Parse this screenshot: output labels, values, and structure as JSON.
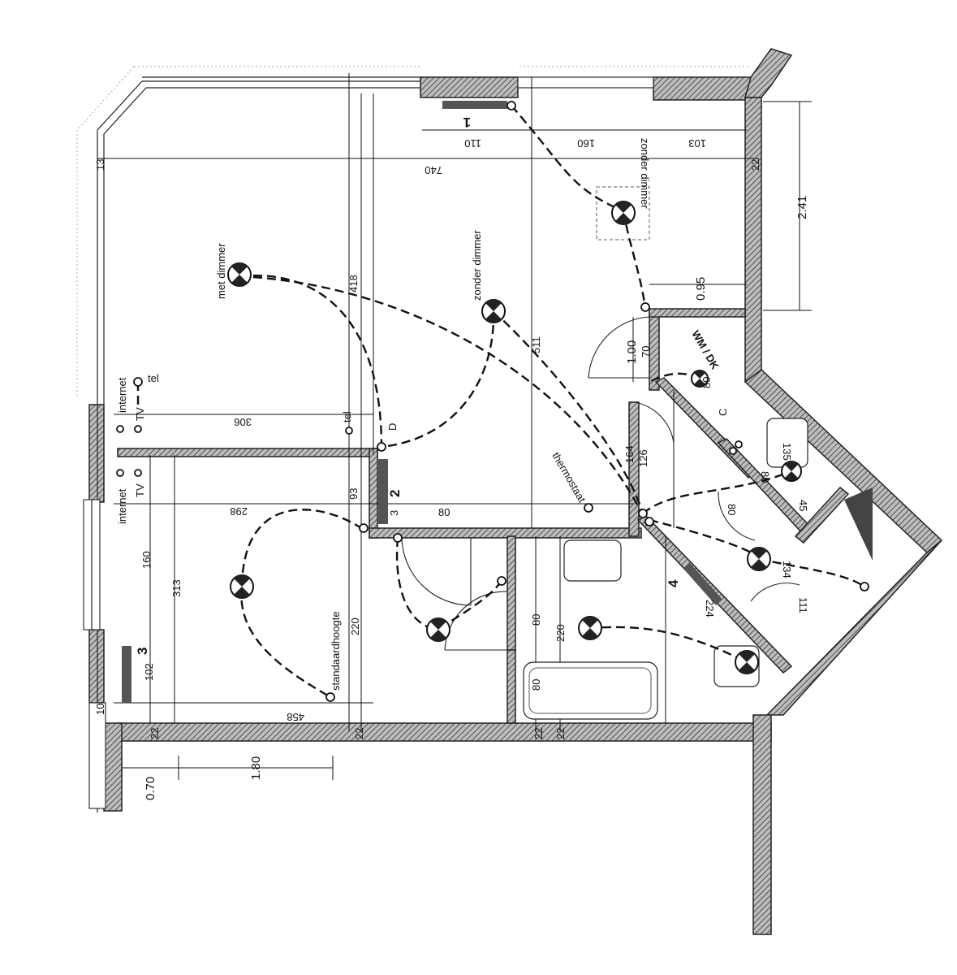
{
  "labels": {
    "met_dimmer": "met dimmer",
    "zonder_dimmer_1": "zonder dimmer",
    "zonder_dimmer_2": "zonder dimmer",
    "thermostaat": "thermostaat",
    "standaardhoogte": "standaardhoogte",
    "wm_dk": "WM / DK",
    "internet_1": "internet",
    "internet_2": "internet",
    "tv_1": "TV",
    "tv_2": "TV",
    "tel_1": "tel",
    "tel_2": "tel",
    "c": "C",
    "d": "D"
  },
  "radiators": [
    "1",
    "2",
    "3",
    "4"
  ],
  "dimensions": {
    "d740": "740",
    "d110": "110",
    "d160a": "160",
    "d103": "103",
    "d418": "418",
    "d511": "511",
    "d306": "306",
    "d298": "298",
    "d93": "93",
    "d80a": "80",
    "d3": "3",
    "d160b": "160",
    "d313": "313",
    "d102": "102",
    "d220a": "220",
    "d458": "458",
    "d80b": "80",
    "d220b": "220",
    "d80c": "80",
    "d70": "70",
    "d80d": "80",
    "d126": "126",
    "d164": "164",
    "d135": "135",
    "d80e": "80",
    "d45": "45",
    "d80f": "80",
    "d134": "134",
    "d111": "111",
    "d224": "224",
    "d241": "2.41",
    "d095": "0.95",
    "d100": "1.00",
    "d070": "0.70",
    "d180": "1.80",
    "d22a": "22",
    "d22b": "22",
    "d22c": "22",
    "d22d": "22",
    "d22e": "22",
    "d10": "10",
    "d13": "13"
  }
}
